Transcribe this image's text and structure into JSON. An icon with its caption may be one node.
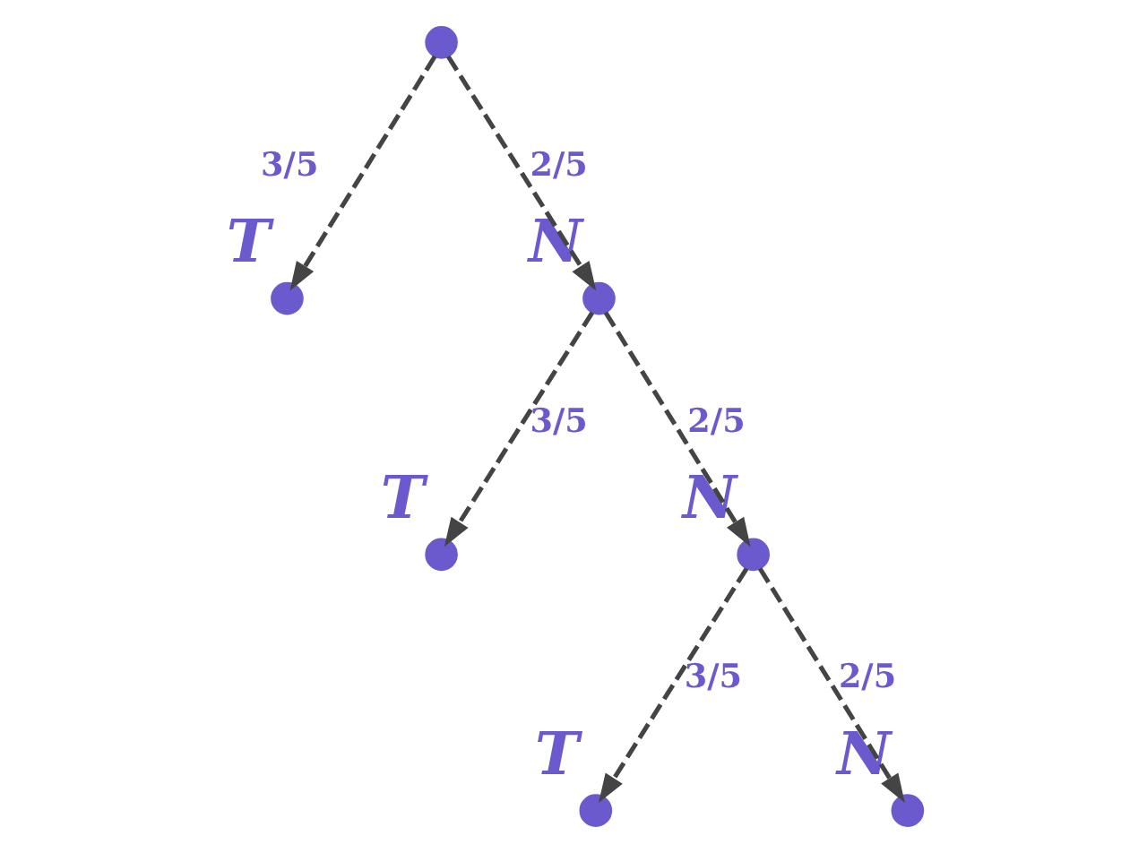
{
  "diagram": {
    "nodes": [
      {
        "text": [],
        "shape": "circle"
      },
      {
        "text": [],
        "shape": "circle",
        "beside": [
          "T"
        ]
      },
      {
        "text": [],
        "shape": "circle",
        "beside": [
          "N"
        ]
      },
      {
        "text": [],
        "shape": "circle",
        "beside": [
          "T"
        ]
      },
      {
        "text": [],
        "shape": "circle",
        "beside": [
          "N"
        ]
      },
      {
        "text": [],
        "shape": "circle",
        "beside": [
          "T"
        ]
      },
      {
        "text": [],
        "shape": "circle",
        "beside": [
          "N"
        ]
      }
    ],
    "edges": [
      {
        "from": 0,
        "to": 1,
        "arrow": "to",
        "label": "3/5",
        "style": "dashed"
      },
      {
        "from": 0,
        "to": 2,
        "arrow": "to",
        "label": "2/5",
        "style": "dashed"
      },
      {
        "from": 2,
        "to": 3,
        "arrow": "to",
        "label": "3/5",
        "style": "dashed"
      },
      {
        "from": 2,
        "to": 4,
        "arrow": "to",
        "label": "2/5",
        "style": "dashed"
      },
      {
        "from": 4,
        "to": 5,
        "arrow": "to",
        "label": "3/5",
        "style": "dashed"
      },
      {
        "from": 4,
        "to": 6,
        "arrow": "to",
        "label": "2/5",
        "style": "dashed"
      }
    ]
  }
}
